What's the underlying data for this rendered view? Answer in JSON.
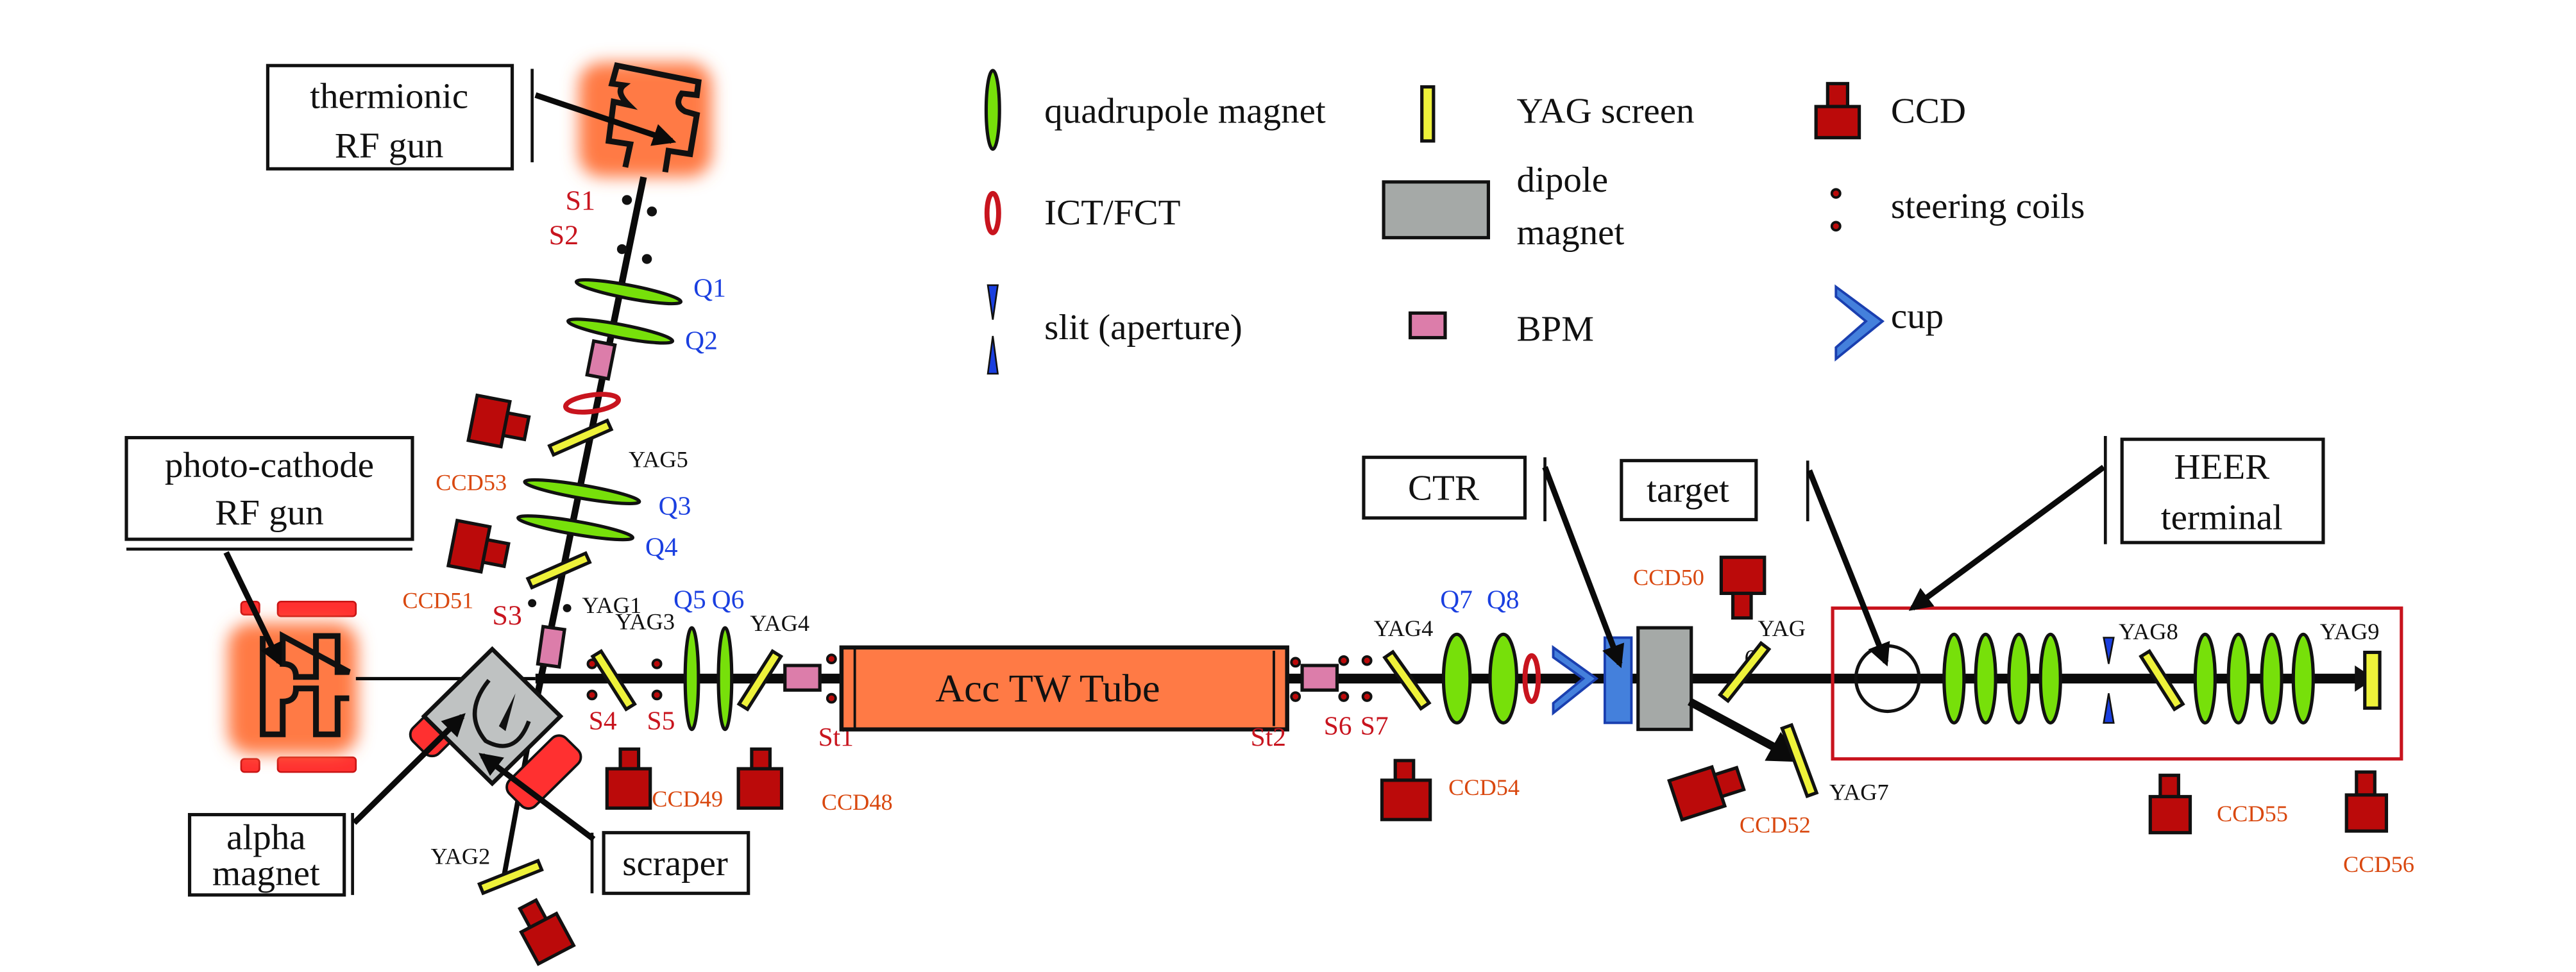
{
  "legend": {
    "quadrupole": "quadrupole magnet",
    "yag": "YAG screen",
    "ccd": "CCD",
    "ict": "ICT/FCT",
    "dipole_1": "dipole",
    "dipole_2": "magnet",
    "steering": "steering coils",
    "slit": "slit (aperture)",
    "bpm": "BPM",
    "cup": "cup"
  },
  "callouts": {
    "thermionic_1": "thermionic",
    "thermionic_2": "RF gun",
    "photocathode_1": "photo-cathode",
    "photocathode_2": "RF gun",
    "alpha_1": "alpha",
    "alpha_2": "magnet",
    "scraper": "scraper",
    "ctr": "CTR",
    "target": "target",
    "heer_1": "HEER",
    "heer_2": "terminal"
  },
  "components": {
    "acc_tube": "Acc TW Tube",
    "steering": [
      "S1",
      "S2",
      "S3",
      "S4",
      "S5",
      "S6",
      "S7",
      "St1",
      "St2"
    ],
    "quads": [
      "Q1",
      "Q2",
      "Q3",
      "Q4",
      "Q5",
      "Q6",
      "Q7",
      "Q8"
    ],
    "yags": [
      "YAG5",
      "YAG1",
      "YAG3",
      "YAG4",
      "YAG2",
      "YAG4",
      "YAG",
      "YAG7",
      "YAG8",
      "YAG9",
      "6"
    ],
    "ccds": [
      "CCD53",
      "CCD51",
      "CCD49",
      "CCD48",
      "CCD54",
      "CCD50",
      "CCD52",
      "CCD55",
      "CCD56"
    ]
  },
  "colors": {
    "quadrupole": "#77e00a",
    "yag": "#eef23a",
    "ccd": "#bb0a0a",
    "bpm": "#dc7daa",
    "dipole": "#a5a9a7",
    "cup": "#4480dc",
    "rf_gun": "#ff7a45",
    "steering_label": "#c8141e",
    "quad_label": "#1a3fe0",
    "ccd_label": "#d9480f",
    "heer_box": "#c8141e"
  }
}
